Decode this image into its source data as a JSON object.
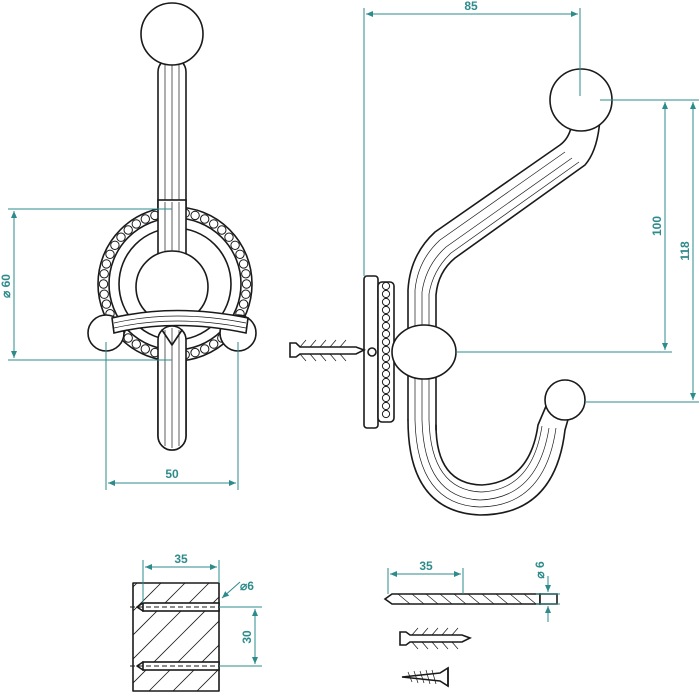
{
  "dimensions": {
    "front_width": "50",
    "rosette_diameter": "⌀ 60",
    "side_depth": "85",
    "upper_arm_height": "100",
    "total_height": "118",
    "block_width": "35",
    "block_height": "30",
    "hole_diameter": "⌀6",
    "drill_length": "35",
    "drill_diameter": "⌀ 6"
  },
  "colors": {
    "dimension": "#2e8b8b",
    "outline": "#1a1a1a"
  }
}
